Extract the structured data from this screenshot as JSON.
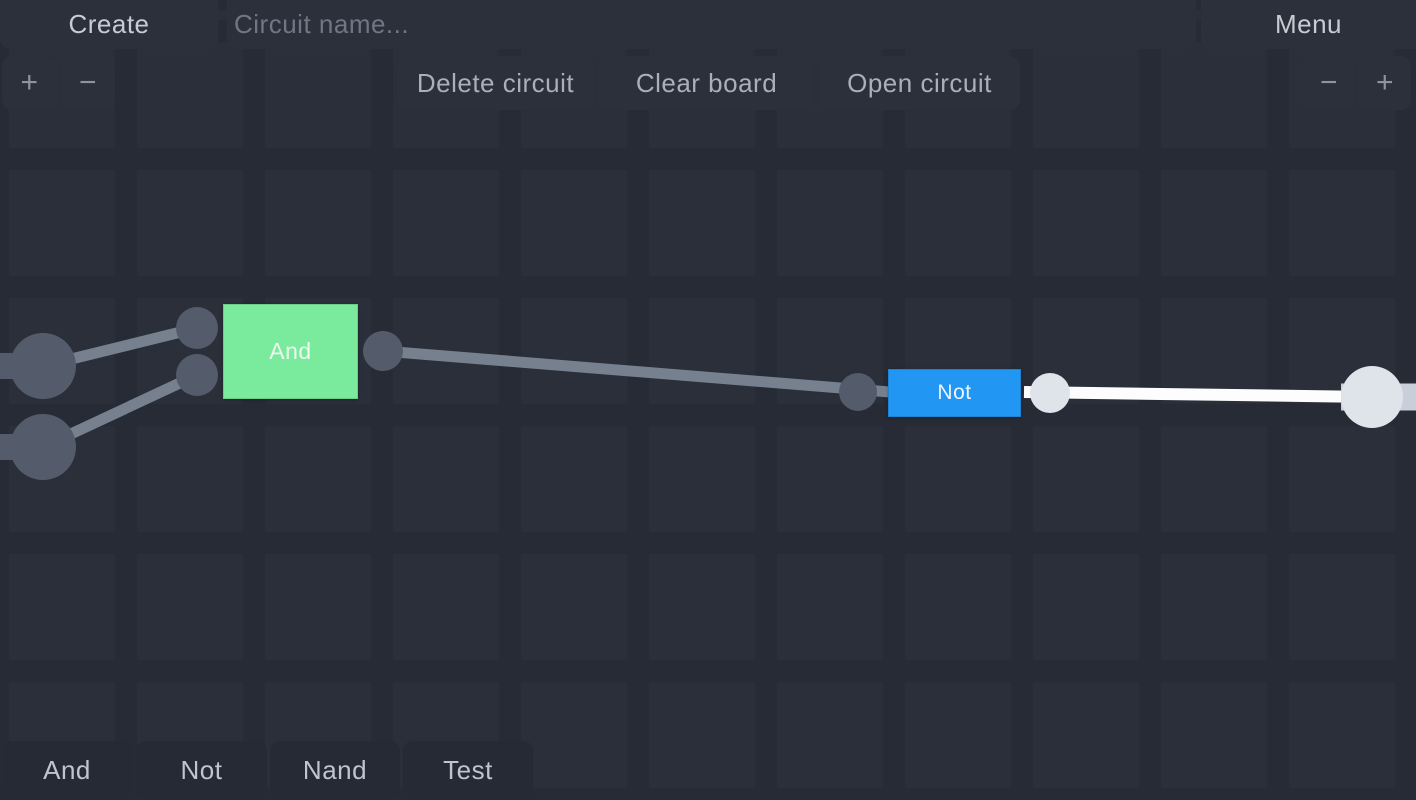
{
  "colors": {
    "canvas_bg": "#262b35",
    "tile": "#2a2f39",
    "button_bg": "#2b303b",
    "palette_button_bg": "#252a34",
    "and_gate": "#7aeb9d",
    "not_gate": "#2196f3",
    "wire_gray": "#76808f",
    "wire_white": "#fdfdfe",
    "wire_light": "#c9cfd9",
    "node_dark": "#545c6b",
    "node_light": "#dfe3ea"
  },
  "topbar": {
    "create_label": "Create",
    "circuit_name_placeholder": "Circuit name...",
    "menu_label": "Menu"
  },
  "toolbar": {
    "delete_circuit_label": "Delete circuit",
    "clear_board_label": "Clear board",
    "open_circuit_label": "Open circuit",
    "zoom_in_label": "+",
    "zoom_out_label": "−"
  },
  "palette": {
    "items": [
      {
        "label": "And"
      },
      {
        "label": "Not"
      },
      {
        "label": "Nand"
      },
      {
        "label": "Test"
      }
    ]
  },
  "canvas": {
    "gates": [
      {
        "type": "and",
        "label": "And",
        "state_color": "#7aeb9d"
      },
      {
        "type": "not",
        "label": "Not",
        "state_color": "#2196f3"
      }
    ]
  }
}
